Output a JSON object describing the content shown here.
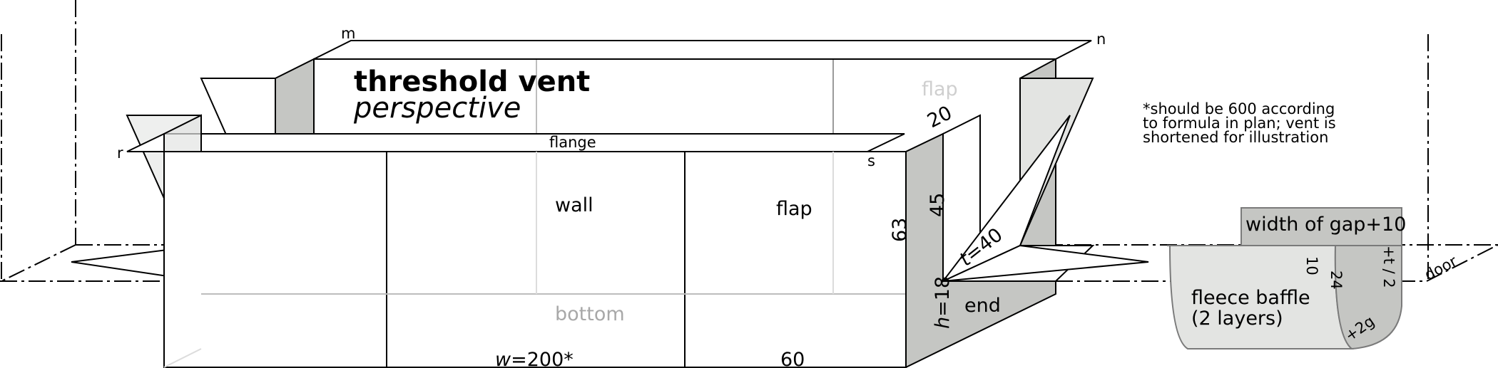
{
  "title": "threshold vent",
  "subtitle": "perspective",
  "note": [
    "*should be 600 according",
    "to formula in plan; vent is",
    "shortened for illustration"
  ],
  "vertices": {
    "m": "m",
    "n": "n",
    "r": "r",
    "s": "s"
  },
  "parts": {
    "flange": "flange",
    "wall": "wall",
    "flap_front": "flap",
    "flap_back": "flap",
    "bottom": "bottom",
    "end": "end"
  },
  "dimensions": {
    "w_var": "w",
    "w_val": "=200*",
    "sixty": "60",
    "twenty": "20",
    "fortyfive": "45",
    "sixtythree": "63",
    "t_var": "t",
    "t_val": "=40",
    "h_var": "h",
    "h_val": "=18"
  },
  "baffle": {
    "width_label": "width of gap+10",
    "name_line1": "fleece baffle",
    "name_line2": "(2 layers)",
    "ten": "10",
    "twentyfour": "24",
    "t_half": "+t / 2",
    "plus_two_g": "+2g"
  },
  "door": "door",
  "colors": {
    "grey_face": "#c5c6c3",
    "light_face": "#e3e4e2",
    "line": "#000000",
    "faint_line": "#bdbdbd"
  }
}
